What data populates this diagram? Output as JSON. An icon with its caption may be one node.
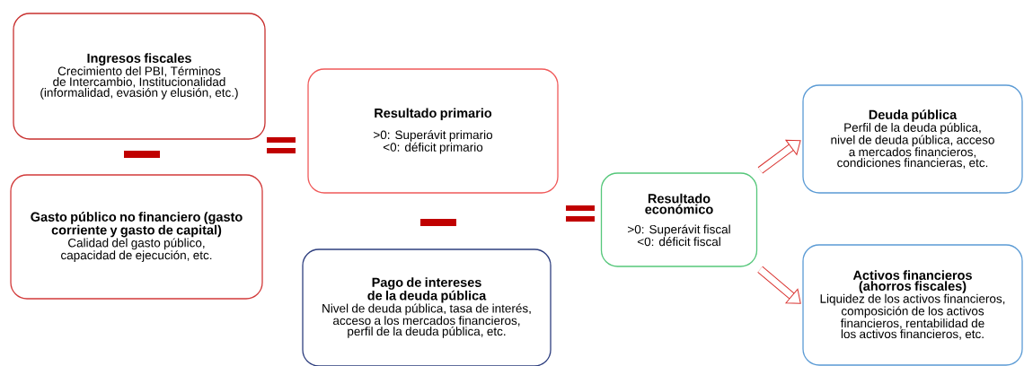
{
  "diagram": {
    "nodes": [
      {
        "text": [
          "Ingresos fiscales",
          "Crecimiento del PBI, Términos de Intercambio, Institucionalidad (informalidad, evasión y elusión, etc.)"
        ]
      },
      {
        "text": [
          "Gasto público no financiero (gasto corriente y gasto de capital)",
          "Calidad del gasto público, capacidad de ejecución, etc."
        ]
      },
      {
        "text": [
          "Resultado primario",
          ">0: Superávit primario",
          "<0: déficit primario"
        ]
      },
      {
        "text": [
          "Pago de intereses de la deuda pública",
          "Nivel de deuda pública, tasa de interés, acceso a los mercados financieros, perfil de la deuda pública, etc."
        ]
      },
      {
        "text": [
          "Resultado económico",
          ">0: Superávit fiscal",
          "<0: déficit fiscal"
        ]
      },
      {
        "text": [
          "Deuda pública",
          "Perfil de la deuda pública, nivel de deuda pública, acceso a mercados financieros, condiciones financieras, etc."
        ]
      },
      {
        "text": [
          "Activos financieros (ahorros fiscales)",
          "Liquidez de los activos financieros, composición de los activos financieros, rentabilidad de los activos financieros, etc."
        ]
      }
    ],
    "edges": [
      {
        "from": 4,
        "to": 5,
        "arrow": "to"
      },
      {
        "from": 4,
        "to": 6,
        "arrow": "to"
      }
    ]
  }
}
